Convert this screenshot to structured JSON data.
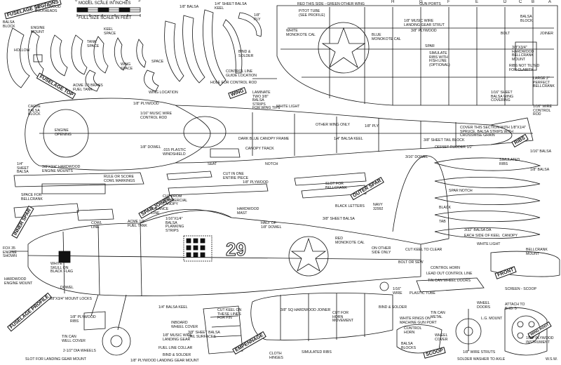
{
  "scale": {
    "title": "MODEL SCALE IN INCHES",
    "subtitle": "FULL SIZE SCALE IN FEET",
    "ticks": [
      "0",
      "1",
      "2",
      "3",
      "4",
      "5"
    ]
  },
  "section_tags": {
    "fuselage_sections": "FUSELAGE SECTIONS",
    "fuselage_top": "FUSELAGE TOP",
    "spar_joiner": "SPAR JOINER",
    "inner_spar": "INNER SPAR",
    "outer_spar": "OUTER SPAR",
    "wing": "WING",
    "ribs": "RIBS",
    "fuselage_profile": "FUSELAGE PROFILE",
    "empennage": "EMPENNAGE",
    "scoop": "SCOOP",
    "front": "FRONT",
    "wing_root": "WING ROOT"
  },
  "fuselage_number": "29",
  "column_letters": [
    "A",
    "B",
    "C",
    "D",
    "E",
    "F",
    "G",
    "H"
  ],
  "notes": {
    "balsa_block": "BALSA\nBLOCK",
    "ply_bulkheads": "1/8\" PLYWOOD\nBULKHEADS",
    "engine_mount": "ENGINE\nMOUNT",
    "hollow": "HOLLOW",
    "tank_space": "TANK\nSPACE",
    "keel_space": "KEEL\nSPACE",
    "wing_space": "WING\nSPACE",
    "space": "SPACE",
    "balsa_18": "1/8\" BALSA",
    "sheet_balsa_keel": "1/4\" SHEET BALSA\nKEEL",
    "ply_18": "1/8\"\nPLY",
    "bind_solder": "BIND &\nSOLDER",
    "control_line_guide": "CONTROL LINE\nGUIDE LOCATION",
    "hole_control_rod": "HOLE FOR CONTROL ROD",
    "fuel_tank": "ACME 1/3 BRASS\nFUEL TANK",
    "wing_location": "WING LOCATION",
    "red_green": "RED THIS SIDE - GREEN OTHER WING",
    "pitot": "PITOT TUBE\n(SEE PROFILE)",
    "gun_ports": "GUN PORTS",
    "music_wire_strut": "1/8\" MUSIC WIRE\nLANDING GEAR STRUT",
    "white_monokote": "WHITE\nMONOKOTE CAL",
    "blue_monokote": "BLUE\nMONOKOTE CAL",
    "ply_38": "3/8\" PLYWOOD",
    "balsa_block_right": "BALSA\nBLOCK",
    "bolt": "BOLT",
    "joiner": "JOINER",
    "spar": "SPAR",
    "ribs_fish_line": "SIMULATE\nRIBS WITH\nFISH LINE\n(OPTIONAL)",
    "hardwood_bellcrank": "3/8\"X3/4\"\nHARDWOOD\nBELLCRANK\nMOUNT",
    "ribs_tilted": "RIBS NOT TILTED\nFOR CLARITY",
    "perfect_bellcrank": "LARGE 2\"\nPERFECT\nBELLCRANK",
    "sheet_wing_covering": "1/16\" SHEET\nBALSA WING\nCOVERING",
    "carve_balsa": "CARVE\nBALSA\nBLOCK",
    "ply_18b": "1/8\" PLYWOOD",
    "music_wire_rod": "1/16\" MUSIC WIRE\nCONTROL ROD",
    "engine_opening": "ENGINE\nOPENING",
    "dowel": "1/8\" DOWEL",
    "plastic_windshield": ".015 PLASTIC\nWINDSHIELD",
    "seat": "SEAT",
    "laminate": "LAMINATE\nTWO 3/8\"\nBALSA\nSTRIPS\nFOR WING TIPS",
    "white_light": "WHITE LIGHT",
    "other_wing": "OTHER WING ONLY",
    "ply_18c": "1/8\" PLY",
    "balsa_keel": "1/4\" BALSA KEEL",
    "canopy_frame": "DARK BLUE CANOPY FRAME",
    "canopy_track": "CANOPY TRACK",
    "cover_section": "COVER THIS SECTION WITH 1/8\"X1/4\"\nSPRUCE, BALSA STRIPS WITH\nCROSSWISE GRAIN",
    "tail_block": "3/8\" SHEET TAIL BLOCK",
    "offset_rudder": "OFFSET RUDDER 1/2\"",
    "wire_control": "1/16\" WIRE\nCONTROL\nROD",
    "sheet_balsa_14": "1/4\"\nSHEET\nBALSA",
    "engine_mounts": "3/8\"X3/4\" HARDWOOD\nENGINE MOUNTS",
    "cowl_markings": "RULE OR SCORE\nCOWL MARKINGS",
    "cut_one_piece": "CUT IN ONE\nENTIRE PIECE",
    "notch": "NOTCH",
    "slot_bellcrank": "SLOT FOR\nBELLCRANK",
    "dowel_316": "3/16\" DOWEL",
    "simulated_ribs": "SIMULATED\nRIBS",
    "balsa_116": "1/16\" BALSA",
    "balsa_18b": "1/8\" BALSA",
    "space_bellcrank": "SPACE FOR\nBELLCRANK",
    "cut_commercial": "CUT FROM\nCOMMERCIAL\nCANOPY",
    "ply_18d": "1/8\" PLYWOOD",
    "balance_line": "BALANCE\nLINE",
    "hardwood_mast": "HARDWOOD\nMAST",
    "black_letters": "BLACK LETTERS",
    "navy": "NAVY\n32992",
    "spar_notch": "SPAR NOTCH",
    "black": "BLACK",
    "tab": "TAB",
    "cowl_line": "COWL\nLINE",
    "fuel_tank_b": "ACME 1/2\nFUEL TANK",
    "balsa_planking": "1/16\"X1/4\"\nBALSA\nPLANKING\nSTRIPS",
    "half_dowel": "HALF OF\n1/8\" DOWEL",
    "sheet_balsa_38": "3/8\" SHEET BALSA",
    "balsa_dia": "3/32\" BALSA DA",
    "keel_canopy": "EACH SIDE OF KEEL  CANOPY",
    "white_light_b": "WHITE LIGHT",
    "engine": "FOX 35\nENGINE\nSHOWN",
    "skull": "WHITE\nSKULL ON\nBLACK FLAG",
    "hardwood_mount": "HARDWOOD\nENGINE MOUNT",
    "dowel_b": "DOWEL",
    "mount_locks": "3/8\"X3/4\" MOUNT LOCKS",
    "red_monokote": "RED\nMONOKOTE CAL",
    "other_side": "ON OTHER\nSIDE ONLY",
    "cut_keel_clear": "CUT KEEL TO CLEAR",
    "bolt_sew": "BOLT OR SEW",
    "control_horn": "CONTROL HORN",
    "lead_out": "LEAD OUT CONTROL LINE",
    "tin_can_doors": "TIN CAN WHEEL DOORS",
    "bellcrank_mount": "BELLCRANK\nMOUNT",
    "ply_gear_strut": "1/8\" PLYWOOD\nRIBS",
    "tin_can_gear": "TIN CAN\nWELL COVER",
    "dia_wheels": "2-1/2\" DIA WHEELS",
    "slot_gear": "SLOT FOR LANDING GEAR MOUNT",
    "balsa_keel_b": "1/4\" BALSA KEEL",
    "inboard_wheel": "INBOARD\nWHEEL COVER",
    "music_wire_gear": "1/8\" MUSIC WIRE\nLANDING GEAR",
    "fuel_line": "FUEL LINE COLLAR",
    "bind_solder_b": "BIND & SOLDER",
    "ply_landing_mount": "1/8\" PLYWOOD LANDING GEAR MOUNT",
    "tail_surfaces": "3/8\" SHEET BALSA\nTAIL SURFACES",
    "cut_keel_lines": "CUT KEEL ON\nTHESE LINES\nFOR FIN",
    "hardwood_joiner": "3/8\" SQ HARDWOOD JOINER",
    "cut_horn": "CUT FOR\nHORN\nMOVEMENT",
    "simulated_ribs_b": "SIMULATED RIBS",
    "cloth_hinges": "CLOTH\nHINGES",
    "wire_b": "1/16\"\nWIRE",
    "plastic_tube": "PLASTIC TUBE",
    "bind_solder_c": "BIND & SOLDER",
    "wire_rings": "WHITE RINGS ON\nMACHINE GUN PORT",
    "control_horn_b": "CONTROL\nHORN",
    "tin_can_metal": "TIN CAN\nMETAL",
    "wheel_cover": "WHEEL\nCOVER",
    "balsa_blocks": "BALSA\nBLOCKS",
    "wire_struts": "1/8\" WIRE STRUTS",
    "solder_washer": "SOLDER WASHER TO AXLE",
    "wheel_doors": "WHEEL\nDOORS",
    "attach_to": "ATTACH TO\nBHD. 5",
    "lg_mount": "L.G. MOUNT",
    "scoop_lbl": "SCREEN - SCOOP",
    "instrument": "1/32\" PLYWOOD\nINSTRUMENT",
    "init": "W.S.W."
  }
}
